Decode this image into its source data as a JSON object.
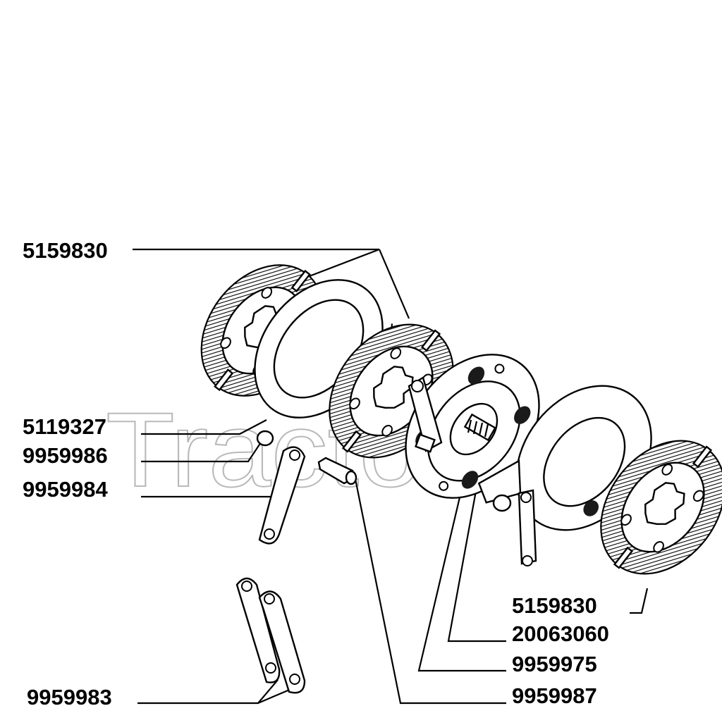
{
  "watermark": "TractorJoe",
  "part_numbers": {
    "top_left": "5159830",
    "left_1": "5119327",
    "left_2": "9959986",
    "left_3": "9959984",
    "bottom_left": "9959983",
    "right_1": "5159830",
    "right_2": "20063060",
    "right_3": "9959975",
    "right_4": "9959987"
  }
}
